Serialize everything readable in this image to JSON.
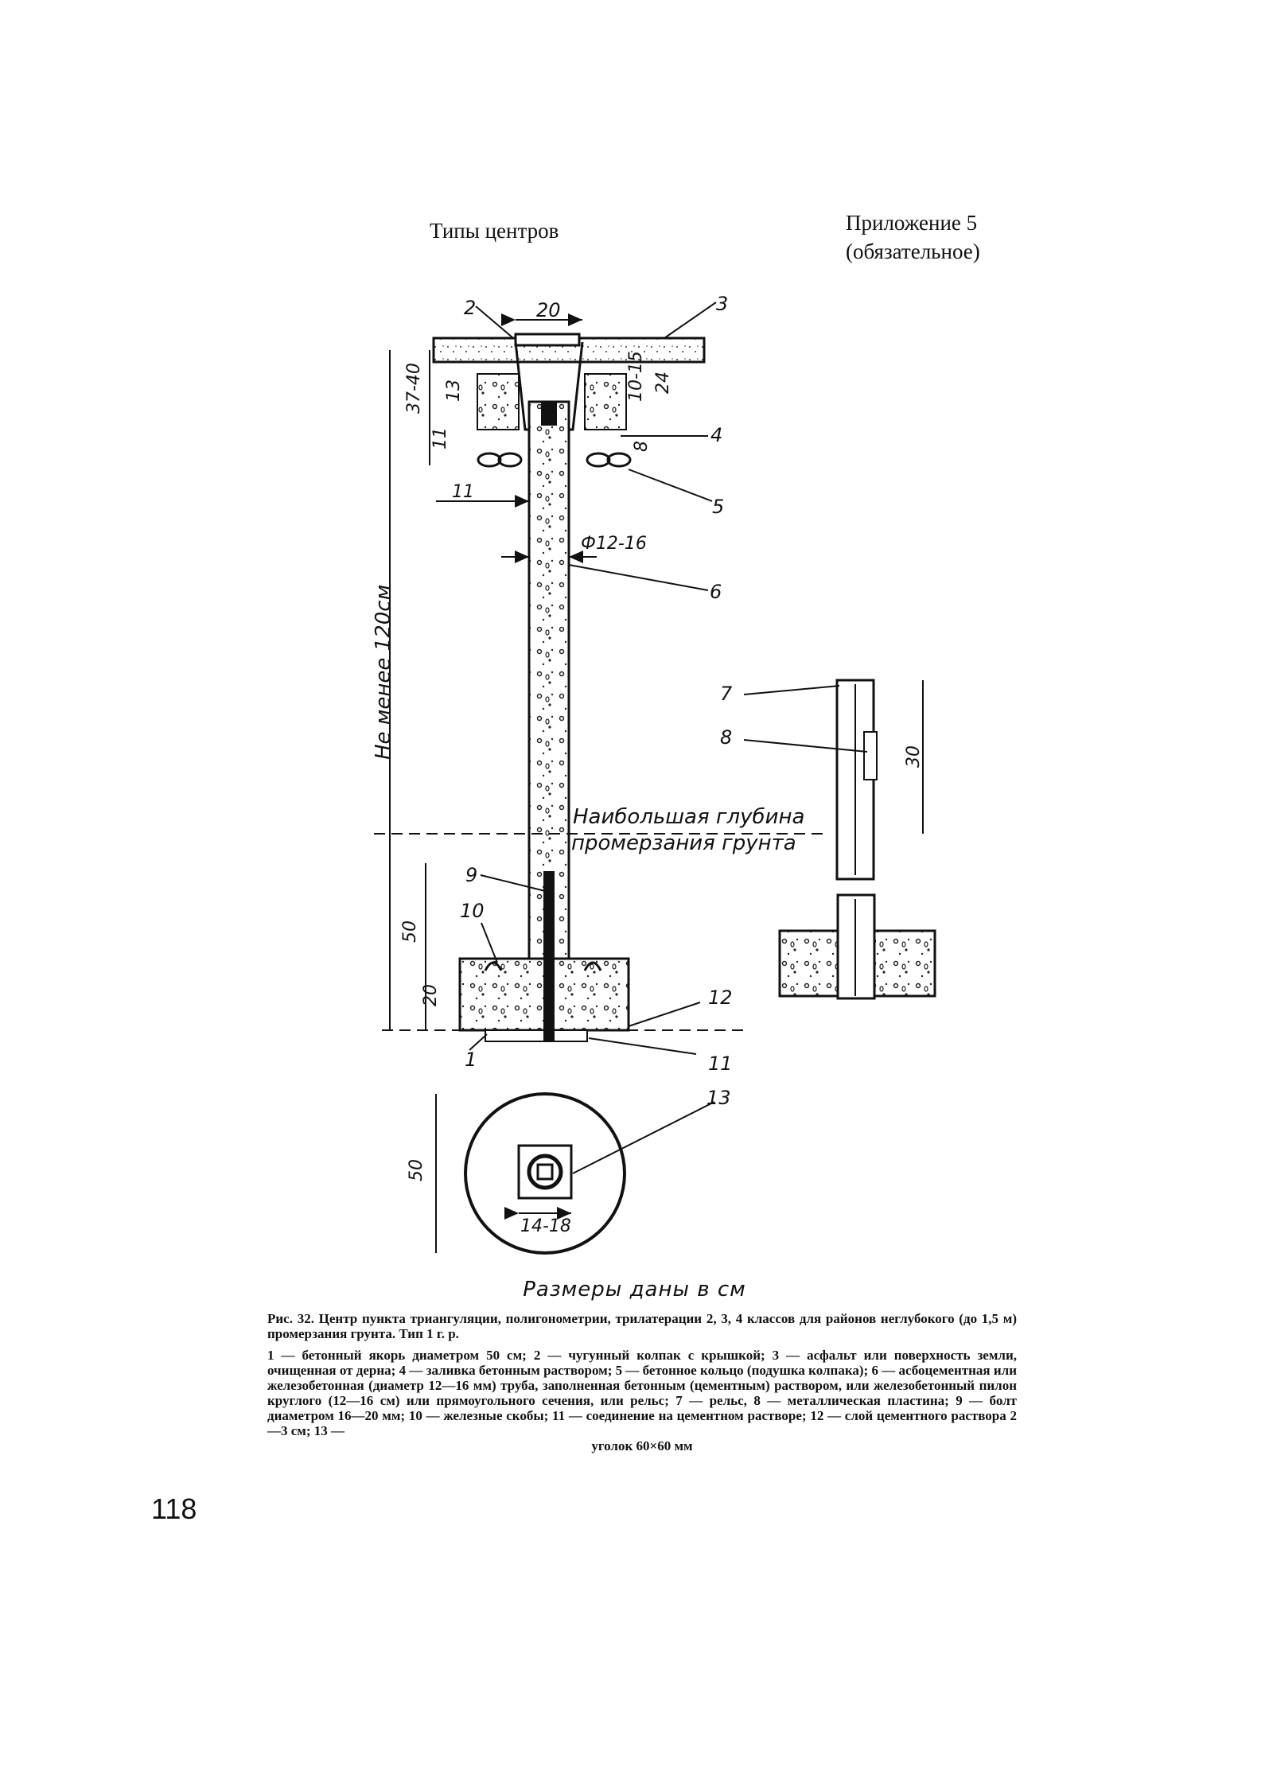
{
  "header": {
    "title": "Типы центров",
    "appendix_line1": "Приложение 5",
    "appendix_line2": "(обязательное)"
  },
  "drawing": {
    "dimensions": {
      "top_width": "20",
      "depth_37_40": "37-40",
      "d13": "13",
      "d11_vertical": "11",
      "d11_horizontal": "11",
      "d10_15": "10-15",
      "d24": "24",
      "d8": "8",
      "min_depth": "Не менее 120см",
      "pipe_diameter": "Ф12-16",
      "rail_plate": "30",
      "d50": "50",
      "d20": "20",
      "base_diameter": "50",
      "angle_size": "14-18"
    },
    "callouts": [
      "1",
      "2",
      "3",
      "4",
      "5",
      "6",
      "7",
      "8",
      "9",
      "10",
      "11",
      "12",
      "13"
    ],
    "frost_label_line1": "Наибольшая глубина",
    "frost_label_line2": "промерзания грунта"
  },
  "dims_note": "Размеры даны в см",
  "caption": {
    "title": "Рис. 32. Центр пункта триангуляции, полигонометрии, трилатерации 2, 3, 4 классов для районов неглубокого (до 1,5 м) промерзания грунта. Тип 1 г. р.",
    "legend": "1 — бетонный якорь диаметром 50 см; 2 — чугунный колпак с крышкой; 3 — асфальт или поверхность земли, очищенная от дерна; 4 — заливка бетонным раствором; 5 — бетонное кольцо (подушка колпака); 6 — асбоцементная или железобетонная (диаметр 12—16 мм) труба, заполненная бетонным (цементным) раствором, или железобетонный пилон круглого (12—16 см) или прямоугольного сечения, или рельс; 7 — рельс, 8 — металлическая пластина; 9 — болт диаметром 16—20 мм; 10 — железные скобы; 11 — соединение на цементном растворе; 12 — слой цементного раствора 2—3 см; 13 —",
    "legend_last": "уголок 60×60 мм"
  },
  "page_number": "118"
}
